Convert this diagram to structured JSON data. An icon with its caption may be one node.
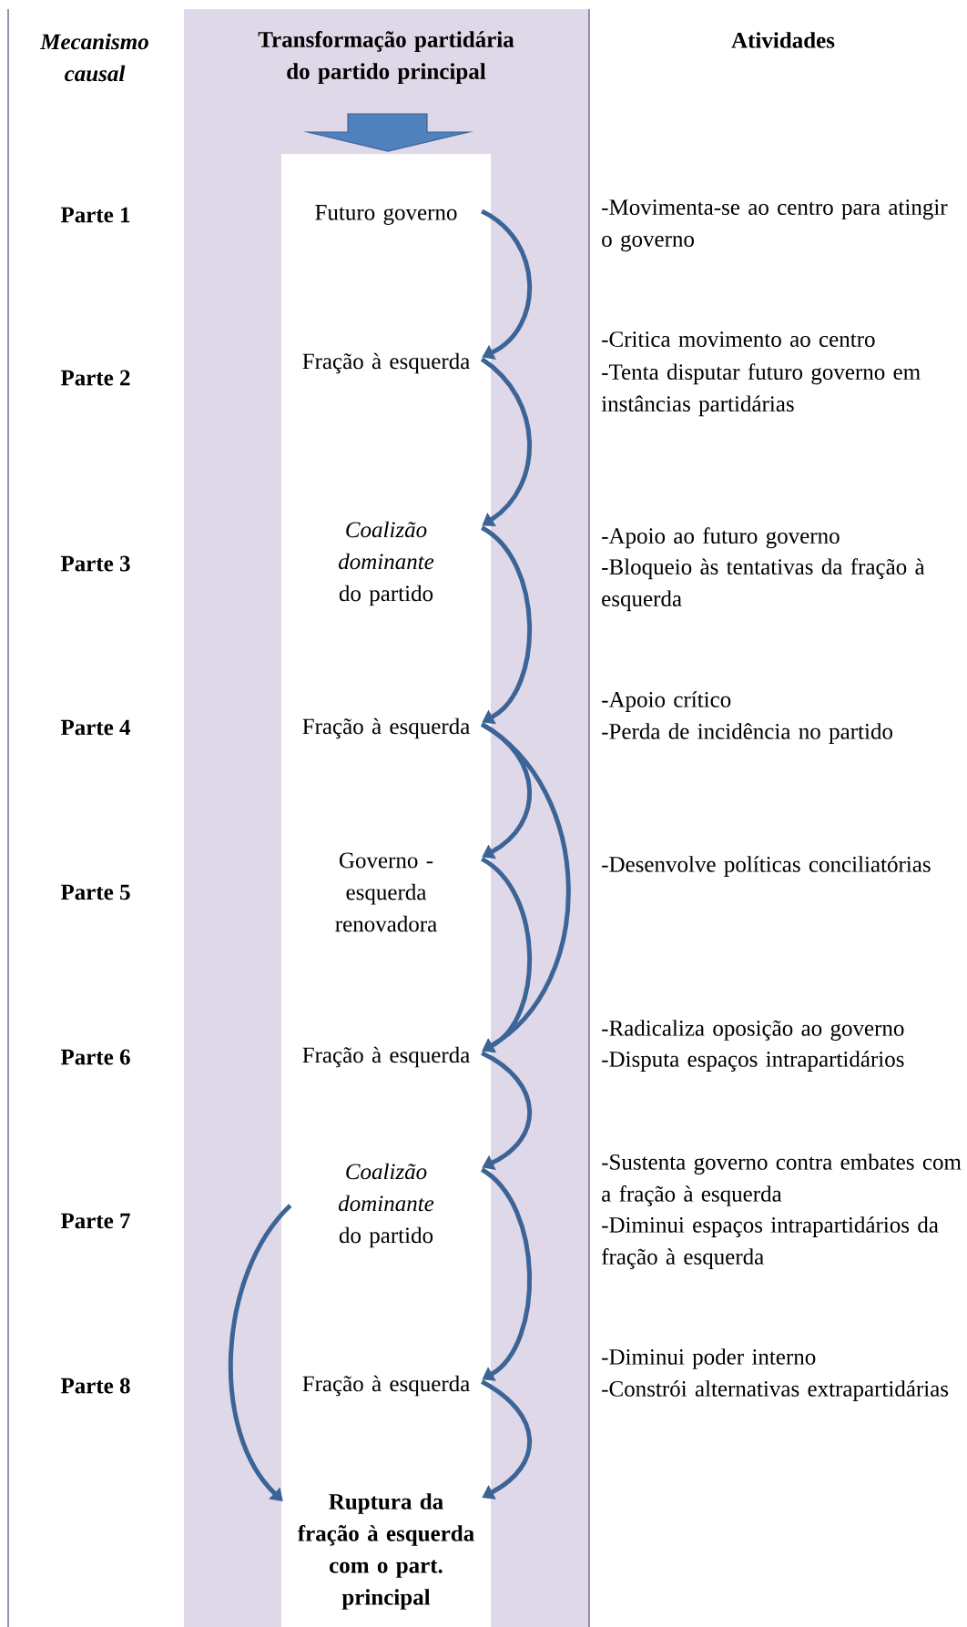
{
  "diagram": {
    "nodes": [
      {
        "text": [
          "Futuro governo"
        ]
      },
      {
        "text": [
          "Fração à esquerda"
        ]
      },
      {
        "text": [
          "*Coalizão dominante* do partido"
        ]
      },
      {
        "text": [
          "Fração à esquerda"
        ]
      },
      {
        "text": [
          "Governo - esquerda renovadora"
        ]
      },
      {
        "text": [
          "Fração à esquerda"
        ]
      },
      {
        "text": [
          "*Coalizão dominante* do partido"
        ]
      },
      {
        "text": [
          "Fração à esquerda"
        ]
      },
      {
        "text": [
          "Ruptura da fração à esquerda com o part. principal"
        ]
      }
    ],
    "edges": [
      {
        "from": 0,
        "to": 1,
        "arrow": "to"
      },
      {
        "from": 1,
        "to": 2,
        "arrow": "to"
      },
      {
        "from": 2,
        "to": 3,
        "arrow": "to"
      },
      {
        "from": 3,
        "to": 4,
        "arrow": "to"
      },
      {
        "from": 3,
        "to": 5,
        "arrow": "to"
      },
      {
        "from": 4,
        "to": 5,
        "arrow": "to"
      },
      {
        "from": 5,
        "to": 6,
        "arrow": "to"
      },
      {
        "from": 6,
        "to": 7,
        "arrow": "to"
      },
      {
        "from": 7,
        "to": 8,
        "arrow": "to"
      },
      {
        "from": 6,
        "to": 8,
        "arrow": "to"
      }
    ],
    "labels": [
      "Mecanismo causal",
      "Transformação partidária do partido principal",
      "Atividades",
      "Parte 1",
      "-Movimenta-se ao centro para atingir o governo",
      "Parte 2",
      "-Critica movimento ao centro",
      "-Tenta disputar futuro governo em instâncias partidárias",
      "Parte 3",
      "-Apoio ao futuro governo",
      "-Bloqueio às tentativas da fração à esquerda",
      "Parte 4",
      "-Apoio crítico",
      "-Perda de incidência no partido",
      "Parte 5",
      "-Desenvolve políticas conciliatórias",
      "Parte 6",
      "-Radicaliza oposição ao governo",
      "-Disputa espaços intrapartidários",
      "Parte 7",
      "-Sustenta governo contra embates com a fração à esquerda",
      "-Diminui espaços intrapartidários da fração à esquerda",
      "Parte 8",
      "-Diminui poder interno",
      "-Constrói alternativas extrapartidárias"
    ]
  }
}
